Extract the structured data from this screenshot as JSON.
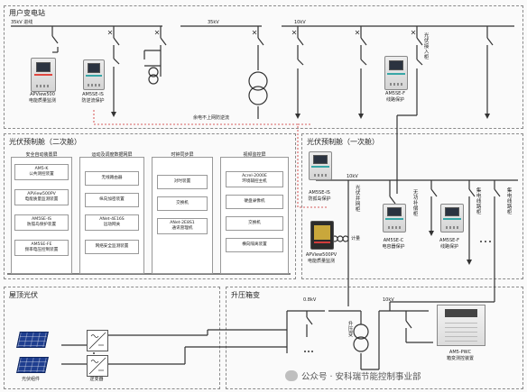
{
  "sections": {
    "substation": "用户变电站",
    "secondary": "光伏预制舱（二次舱）",
    "primary": "光伏预制舱（一次舱）",
    "rooftop": "屋顶光伏",
    "booster": "升压箱变"
  },
  "voltages": {
    "v35_left": "35kV 进线",
    "v35": "35kV",
    "v10": "10kV",
    "v10_primary": "10kV",
    "v08": "0.8kV",
    "v10_booster": "10kV"
  },
  "top_labels": {
    "pv_incoming": "光伏接入柜",
    "no_reverse_power": "余电不上网防逆流"
  },
  "top_devices": {
    "apview500": [
      "APView500",
      "电能质量监测"
    ],
    "am5se_is": [
      "AM5SE-IS",
      "防逆流保护"
    ],
    "am5se_f": [
      "AM5SE-F",
      "线路保护"
    ]
  },
  "panels": {
    "safety": {
      "title": "安全自动装置屏",
      "items": [
        [
          "AM5-K",
          "公共测控装置"
        ],
        [
          "APView500PV",
          "电能质量监测装置"
        ],
        [
          "AM5SE-IS",
          "防孤岛保护装置"
        ],
        [
          "AM5SE-FE",
          "频率电压控制装置"
        ]
      ]
    },
    "dispatch": {
      "title": "运动及调度数据网屏",
      "items": [
        [
          "无线路由器"
        ],
        [
          "纵向加密装置"
        ],
        [
          "ANet-4E16S",
          "远动网关"
        ],
        [
          "网络安全监测装置"
        ]
      ]
    },
    "clock": {
      "title": "时钟同步屏",
      "items": [
        [
          "对时装置"
        ],
        [
          "交换机"
        ],
        [
          "ANet-2E8S1",
          "通讯管理机"
        ]
      ]
    },
    "video": {
      "title": "视频监控屏",
      "items": [
        [
          "Acrel-2000E",
          "环境辅控主机"
        ],
        [
          "硬盘录像机"
        ],
        [
          "交换机"
        ],
        [
          "横向隔离装置"
        ]
      ]
    }
  },
  "primary_devices": {
    "am5se_is": [
      "AM5SE-IS",
      "防孤岛保护"
    ],
    "apview500pv": [
      "APView500PV",
      "电能质量监测"
    ],
    "am5se_c": [
      "AM5SE-C",
      "电容器保护"
    ],
    "am5se_f": [
      "AM5SE-F",
      "线路保护"
    ]
  },
  "primary_labels": {
    "pv_grid": "光伏并网柜",
    "metering": "计量",
    "reactive": "无功补偿柜",
    "feeder1": "集电线路柜",
    "feeder2": "集电线路柜"
  },
  "rooftop": {
    "pv_module": "光伏组件",
    "inverter": "逆变器"
  },
  "booster": {
    "transformer": "升压变",
    "device": [
      "AM5-PWC",
      "箱变测控装置"
    ]
  },
  "watermark": "公众号 · 安科瑞节能控制事业部",
  "colors": {
    "line": "#333333",
    "dashed_red": "#cc2a2a",
    "pv_blue": "#1f3e8f"
  }
}
